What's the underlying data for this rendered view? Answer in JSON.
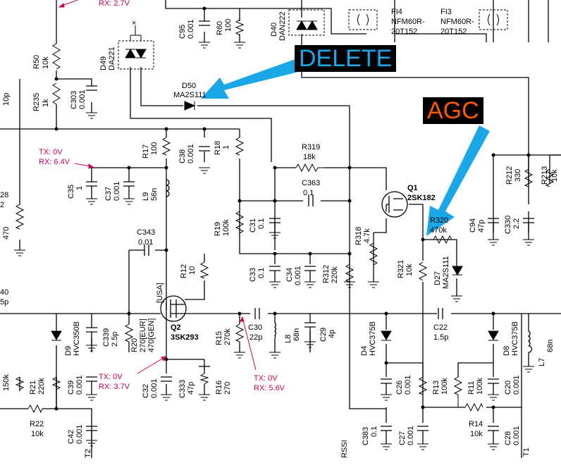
{
  "annotations": {
    "delete": {
      "text": "DELETE",
      "color": "#1aa7e8"
    },
    "agc": {
      "text": "AGC",
      "color": "#ff5a00"
    }
  },
  "voltages": {
    "top": "RX: 2.7V",
    "left_tx": "TX: 0V",
    "left_rx": "RX: 6.4V",
    "q2_tx": "TX: 0V",
    "q2_rx": "RX: 3.7V",
    "r15_tx": "TX: 0V",
    "r15_rx": "RX: 5.6V"
  },
  "components": {
    "r50": [
      "R50",
      "10k"
    ],
    "r235": [
      "R235",
      "1k"
    ],
    "c303": [
      "C303",
      "0.001"
    ],
    "c95": [
      "C95",
      "0.001"
    ],
    "r60": [
      "R60",
      "100"
    ],
    "d49": [
      "D49",
      "DA221"
    ],
    "d50": [
      "D50",
      "MA2S111"
    ],
    "d40": [
      "D40",
      "DAN222"
    ],
    "fi4": [
      "FI4",
      "NFM60R-",
      "20T152"
    ],
    "fi3": [
      "FI3",
      "NFM60R-",
      "20T152"
    ],
    "r17": [
      "R17",
      "100"
    ],
    "c38": [
      "C38",
      "0.001"
    ],
    "r18": [
      "R18",
      "1"
    ],
    "r319": [
      "R319",
      "18k"
    ],
    "c363": [
      "C363",
      "0.1"
    ],
    "q1": [
      "Q1",
      "2SK182"
    ],
    "r212": [
      "R212",
      "330"
    ],
    "r213": [
      "R213",
      "10k"
    ],
    "c35": [
      "C35",
      "1"
    ],
    "c37": [
      "C37",
      "0.001"
    ],
    "l9": [
      "L9",
      "56n"
    ],
    "r19": [
      "R19",
      "100k"
    ],
    "c31": [
      "C31",
      "0.1"
    ],
    "r318": [
      "R318",
      "4.7k"
    ],
    "r320": [
      "R320",
      "470k"
    ],
    "c94": [
      "C94",
      "47p"
    ],
    "c330": [
      "C330",
      "2.2"
    ],
    "c343": [
      "C343",
      "0.01"
    ],
    "r12": [
      "R12",
      "10"
    ],
    "c33": [
      "C33",
      "0.1"
    ],
    "c34": [
      "C34",
      "0.001"
    ],
    "r312": [
      "R312",
      "220k"
    ],
    "r321": [
      "R321",
      "10k"
    ],
    "d27": [
      "D27",
      "MA2S111"
    ],
    "q2": [
      "Q2",
      "3SK293"
    ],
    "r20": [
      "R20",
      "270[EUR]",
      "470[GEN]",
      "[USA]"
    ],
    "d9": [
      "D9",
      "HVC350B"
    ],
    "c339": [
      "C339",
      "2.5p"
    ],
    "r15": [
      "R15",
      "270k"
    ],
    "c30": [
      "C30",
      "22p"
    ],
    "l8": [
      "L8",
      "68n"
    ],
    "c29": [
      "C29",
      "4p"
    ],
    "d4": [
      "D4",
      "HVC375B"
    ],
    "c22": [
      "C22",
      "1.5p"
    ],
    "d8": [
      "D8",
      "HVC375B"
    ],
    "l7": [
      "L7",
      "68n"
    ],
    "r21": [
      "R21",
      "220k"
    ],
    "c39": [
      "C39",
      "0.001"
    ],
    "c32": [
      "C32",
      "0.001"
    ],
    "c333": [
      "C333",
      "47p"
    ],
    "r16": [
      "R16",
      "270"
    ],
    "c26": [
      "C26",
      "0.001"
    ],
    "r13": [
      "R13",
      "100k"
    ],
    "r11": [
      "R11",
      "100k"
    ],
    "c20": [
      "C20",
      "0.001"
    ],
    "r22": [
      "R22",
      "10k"
    ],
    "c42": [
      "C42",
      "0.001"
    ],
    "c383": [
      "C383",
      "0.1"
    ],
    "c27": [
      "C27",
      "0.001"
    ],
    "r14": [
      "R14",
      "10k"
    ],
    "c28": [
      "C28",
      "0.001"
    ],
    "r28": [
      "28",
      "2",
      "470"
    ],
    "r150k": "150k",
    "c40": [
      "40",
      "5p"
    ],
    "c_left_top": "10p",
    "x_mark": "×"
  },
  "nets": {
    "rssi": "RSSI",
    "t2": "T2",
    "t1": "T1"
  }
}
